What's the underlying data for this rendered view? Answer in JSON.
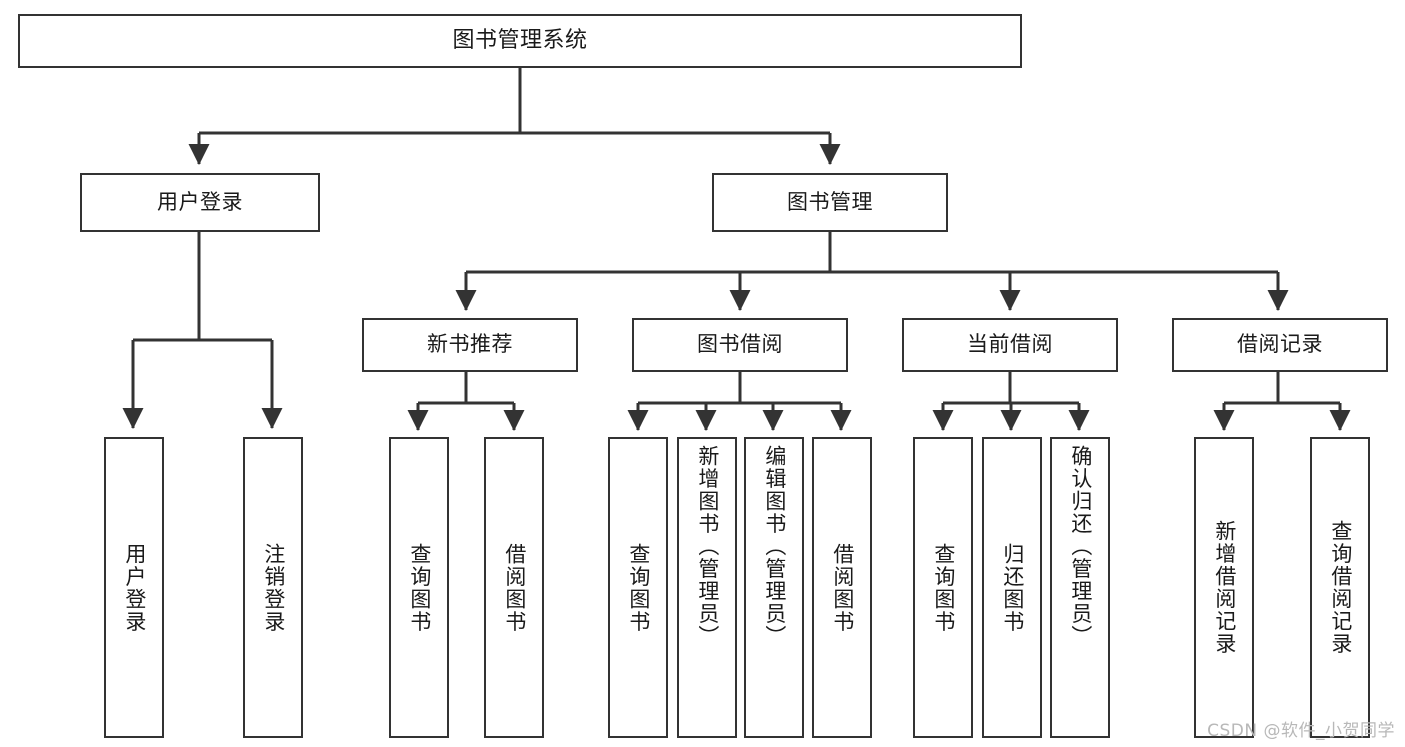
{
  "diagram": {
    "title": "图书管理系统",
    "type": "functional-structure-tree",
    "root": {
      "id": "root",
      "label": "图书管理系统"
    },
    "level2": [
      {
        "id": "user-login",
        "label": "用户登录"
      },
      {
        "id": "book-manage",
        "label": "图书管理"
      }
    ],
    "level3": [
      {
        "id": "new-book-rec",
        "label": "新书推荐"
      },
      {
        "id": "book-borrow",
        "label": "图书借阅"
      },
      {
        "id": "current-borrow",
        "label": "当前借阅"
      },
      {
        "id": "borrow-record",
        "label": "借阅记录"
      }
    ],
    "leaves": [
      {
        "id": "leaf-user-login",
        "label": "用户登录",
        "parent": "user-login"
      },
      {
        "id": "leaf-logout",
        "label": "注销登录",
        "parent": "user-login"
      },
      {
        "id": "leaf-query-book-1",
        "label": "查询图书",
        "parent": "new-book-rec"
      },
      {
        "id": "leaf-borrow-book-1",
        "label": "借阅图书",
        "parent": "new-book-rec"
      },
      {
        "id": "leaf-query-book-2",
        "label": "查询图书",
        "parent": "book-borrow"
      },
      {
        "id": "leaf-add-book",
        "label": "新增图书（管理员）",
        "parent": "book-borrow"
      },
      {
        "id": "leaf-edit-book",
        "label": "编辑图书（管理员）",
        "parent": "book-borrow"
      },
      {
        "id": "leaf-borrow-book-2",
        "label": "借阅图书",
        "parent": "book-borrow"
      },
      {
        "id": "leaf-query-book-3",
        "label": "查询图书",
        "parent": "current-borrow"
      },
      {
        "id": "leaf-return-book",
        "label": "归还图书",
        "parent": "current-borrow"
      },
      {
        "id": "leaf-confirm-return",
        "label": "确认归还（管理员）",
        "parent": "current-borrow"
      },
      {
        "id": "leaf-add-record",
        "label": "新增借阅记录",
        "parent": "borrow-record"
      },
      {
        "id": "leaf-query-record",
        "label": "查询借阅记录",
        "parent": "borrow-record"
      }
    ]
  },
  "watermark": {
    "text": "CSDN @软件_小贺同学"
  },
  "colors": {
    "stroke": "#333333",
    "fill": "#ffffff",
    "text": "#1a1a1a",
    "watermark": "#b8b8b8"
  }
}
